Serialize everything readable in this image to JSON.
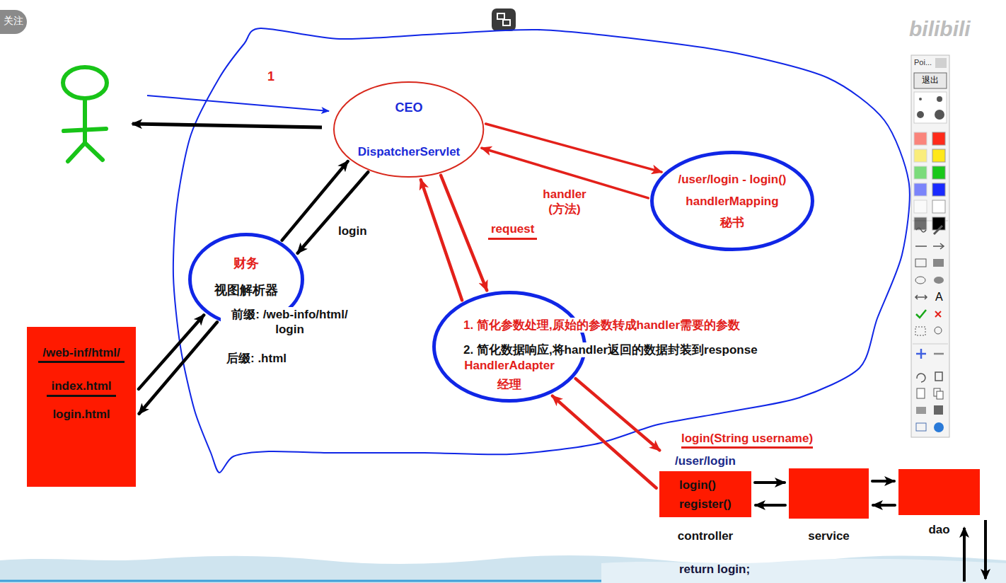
{
  "diagram": {
    "nodes": [
      {
        "text": [
          "CEO",
          "DispatcherServlet"
        ]
      },
      {
        "text": [
          "/user/login - login()",
          "handlerMapping",
          "秘书"
        ]
      },
      {
        "text": [
          "财务",
          "视图解析器"
        ]
      },
      {
        "text": [
          "HandlerAdapter",
          "经理"
        ]
      },
      {
        "text": [
          "/web-inf/html/",
          "index.html",
          "login.html"
        ]
      },
      {
        "text": [
          "/user/login",
          "login()",
          "register()",
          "controller"
        ]
      },
      {
        "text": [
          "service"
        ]
      },
      {
        "text": [
          "dao"
        ]
      }
    ],
    "edges": [
      {
        "from": 0,
        "to": 1,
        "arrow": "to"
      },
      {
        "from": 1,
        "to": 0,
        "label": "handler (方法)",
        "arrow": "to"
      },
      {
        "from": 0,
        "to": 2,
        "label": "login",
        "arrow": "to"
      },
      {
        "from": 2,
        "to": 0,
        "arrow": "to"
      },
      {
        "from": 2,
        "to": 4,
        "arrow": "to"
      },
      {
        "from": 4,
        "to": 2,
        "arrow": "to"
      },
      {
        "from": 0,
        "to": 3,
        "label": "request",
        "arrow": "to"
      },
      {
        "from": 3,
        "to": 0,
        "arrow": "to"
      },
      {
        "from": 3,
        "to": 5,
        "arrow": "to"
      },
      {
        "from": 5,
        "to": 3,
        "arrow": "to"
      },
      {
        "from": 5,
        "to": 6,
        "arrow": "to"
      },
      {
        "from": 6,
        "to": 5,
        "arrow": "to"
      },
      {
        "from": 6,
        "to": 7,
        "arrow": "to"
      },
      {
        "from": 7,
        "to": 6,
        "arrow": "to"
      }
    ],
    "labels": [
      "关注",
      "1",
      "前缀: /web-info/html/ login",
      "后缀: .html",
      "1. 简化参数处理,原始的参数转成handler需要的参数",
      "2. 简化数据响应,将handler返回的数据封装到response",
      "login(String username)",
      "return login;",
      "bilibili",
      "Poi...",
      "退出",
      "A"
    ]
  }
}
